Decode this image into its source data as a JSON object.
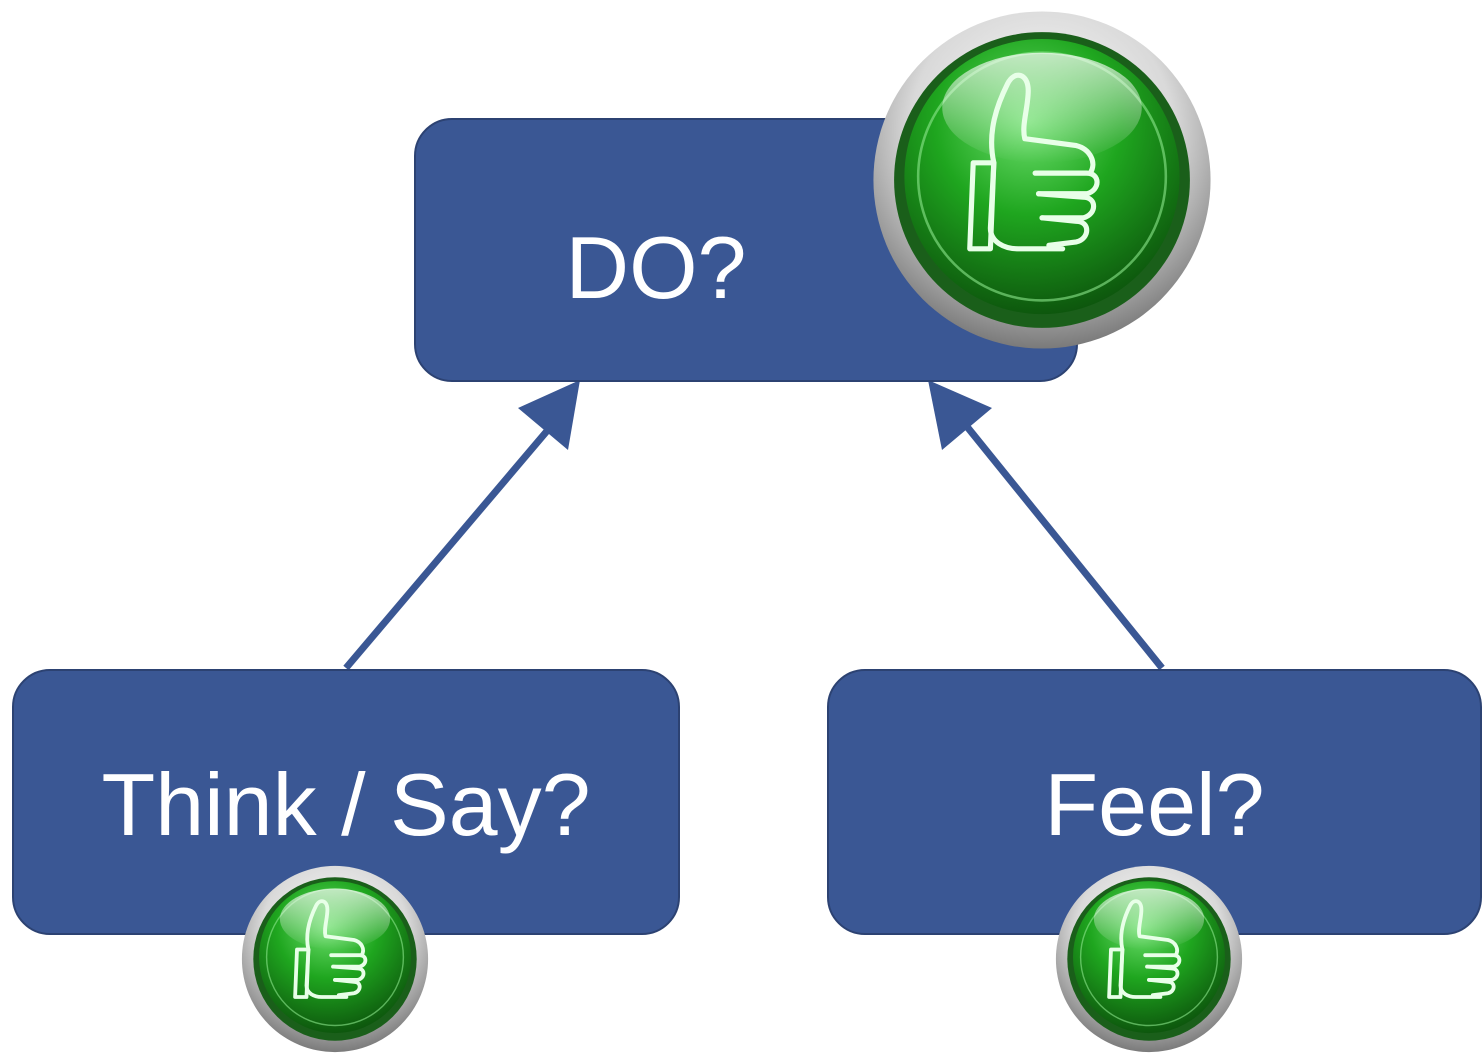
{
  "diagram": {
    "nodes": {
      "do": {
        "label": "DO?"
      },
      "think": {
        "label": "Think / Say?"
      },
      "feel": {
        "label": "Feel?"
      }
    },
    "edges": [
      {
        "from": "think",
        "to": "do"
      },
      {
        "from": "feel",
        "to": "do"
      }
    ],
    "badges": [
      {
        "node": "do",
        "icon": "thumbs-up-icon"
      },
      {
        "node": "think",
        "icon": "thumbs-up-icon"
      },
      {
        "node": "feel",
        "icon": "thumbs-up-icon"
      }
    ],
    "colors": {
      "node_fill": "#3a5794",
      "arrow": "#3a5794",
      "badge_green": "#1e9a1e",
      "text": "#ffffff"
    }
  }
}
